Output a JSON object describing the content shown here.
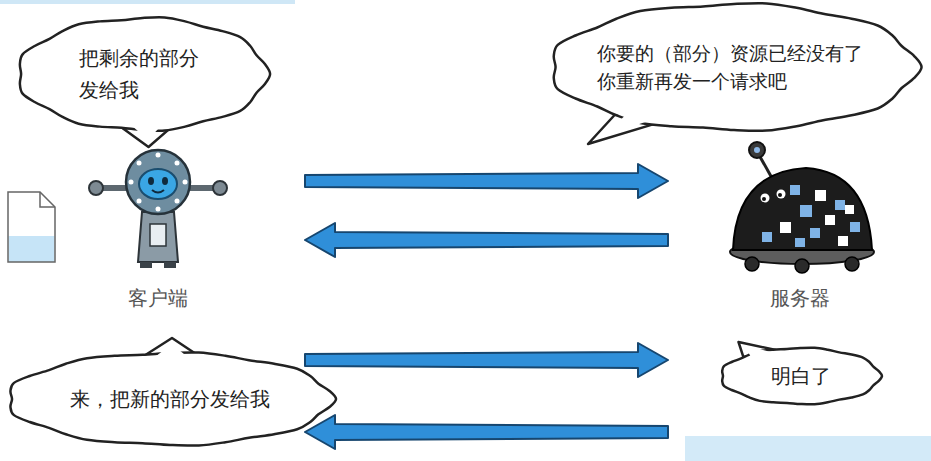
{
  "diagram": {
    "nodes": [
      {
        "text": [
          "把剩余的部分 发给我"
        ]
      },
      {
        "text": [
          "你要的（部分）资源已经没有了 你重新再发一个请求吧"
        ]
      },
      {
        "text": [
          "客户端"
        ]
      },
      {
        "text": [
          "服务器"
        ]
      },
      {
        "text": [
          "来，把新的部分发给我"
        ]
      },
      {
        "text": [
          "明白了"
        ]
      }
    ],
    "edges": [
      {
        "from": 2,
        "to": 3,
        "arrow": "to"
      },
      {
        "from": 3,
        "to": 2,
        "arrow": "to"
      },
      {
        "from": 2,
        "to": 3,
        "arrow": "to"
      },
      {
        "from": 3,
        "to": 2,
        "arrow": "to"
      }
    ]
  }
}
